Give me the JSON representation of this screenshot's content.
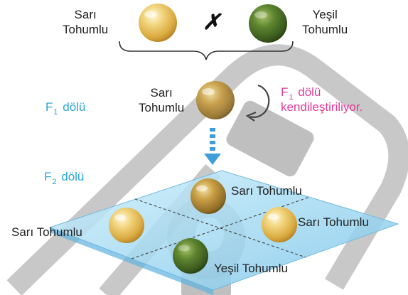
{
  "parents": {
    "left_label_line1": "Sarı",
    "left_label_line2": "Tohumlu",
    "right_label_line1": "Yeşil",
    "right_label_line2": "Tohumlu",
    "cross_symbol": "✗"
  },
  "f1": {
    "gen_letter": "F",
    "gen_sub": "1",
    "gen_word": "dölü",
    "seed_label_line1": "Sarı",
    "seed_label_line2": "Tohumlu",
    "note_letter": "F",
    "note_sub": "1",
    "note_line1_rest": "dölü",
    "note_line2": "kendileştiriliyor."
  },
  "f2": {
    "gen_letter": "F",
    "gen_sub": "2",
    "gen_word": "dölü",
    "seeds": [
      {
        "label": "Sarı Tohumlu",
        "color": "yellow"
      },
      {
        "label": "Sarı Tohumlu",
        "color": "yellow"
      },
      {
        "label": "Sarı Tohumlu",
        "color": "yellow"
      },
      {
        "label": "Yeşil Tohumlu",
        "color": "green"
      }
    ]
  },
  "colors": {
    "yellow_seed": "#e8c25e",
    "green_seed": "#4f7326",
    "generation_label": "#2aa6d8",
    "self_pollination_note": "#e43a9a",
    "punnett_plane": "#8fd0ef"
  },
  "icons": [
    "cross-icon",
    "brace-icon",
    "cycle-arrow-icon",
    "down-arrow-icon"
  ]
}
